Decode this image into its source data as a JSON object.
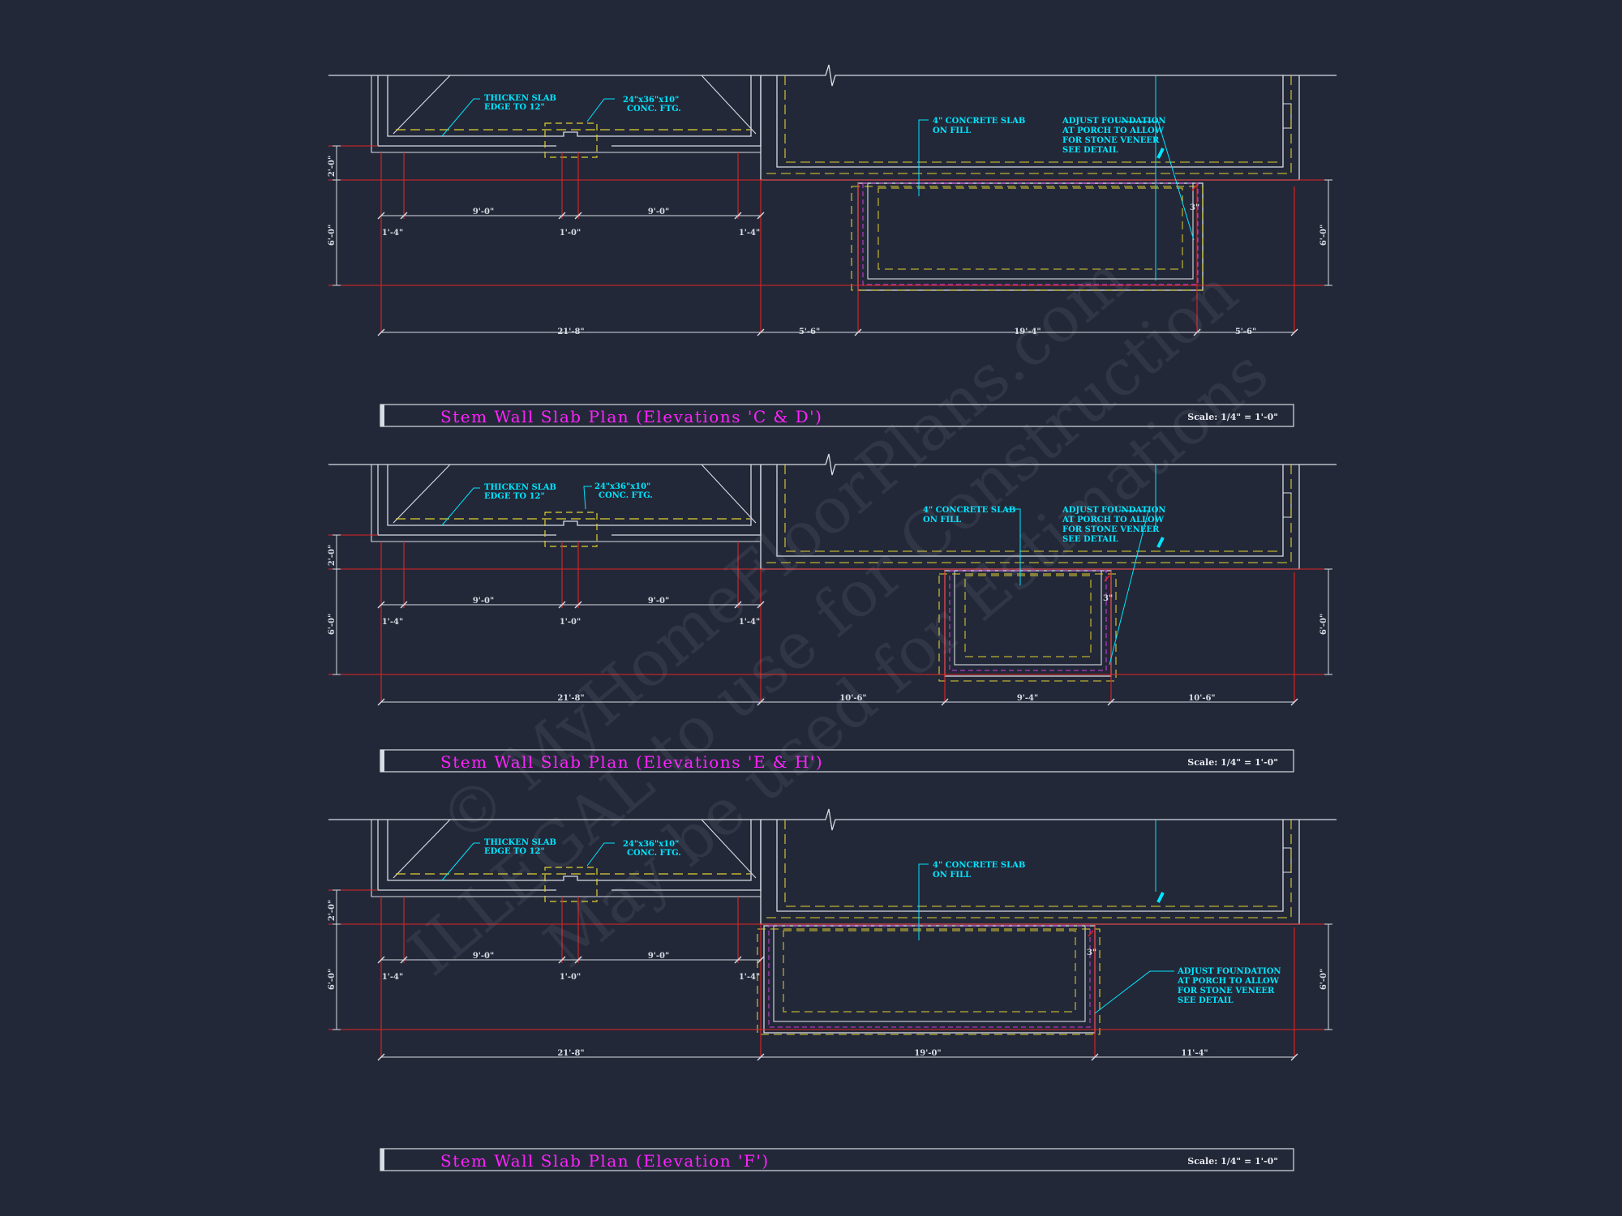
{
  "colors": {
    "background": "#232838",
    "wall_line": "#d8dce4",
    "footing_dash": "#e0d030",
    "dimension_red": "#e02424",
    "annotation_cyan": "#00e5ff",
    "title_magenta": "#ff22ff",
    "veneer_magenta": "#d040e0"
  },
  "plans": [
    {
      "title": "Stem Wall Slab Plan (Elevations 'C & D')",
      "scale": "Scale: 1/4\" = 1'-0\"",
      "notes": {
        "thicken_1": "THICKEN SLAB",
        "thicken_2": "EDGE TO 12\"",
        "ftg_1": "24\"x36\"x10\"",
        "ftg_2": "CONC. FTG.",
        "slab_1": "4\" CONCRETE SLAB",
        "slab_2": "ON FILL",
        "adjust_1": "ADJUST FOUNDATION",
        "adjust_2": "AT PORCH TO ALLOW",
        "adjust_3": "FOR STONE VENEER",
        "adjust_4": "SEE DETAIL",
        "veneer": "3\""
      },
      "dims": {
        "left_top": "2'-0\"",
        "left_bottom": "6'-0\"",
        "right": "6'-0\"",
        "span_a": "9'-0\"",
        "span_b": "9'-0\"",
        "edge_a": "1'-4\"",
        "post": "1'-0\"",
        "edge_b": "1'-4\"",
        "overall_left": "21'-8\"",
        "seg_1": "5'-6\"",
        "seg_2": "19'-4\"",
        "seg_3": "5'-6\""
      }
    },
    {
      "title": "Stem Wall Slab Plan (Elevations 'E & H')",
      "scale": "Scale: 1/4\" = 1'-0\"",
      "notes": {
        "thicken_1": "THICKEN SLAB",
        "thicken_2": "EDGE TO 12\"",
        "ftg_1": "24\"x36\"x10\"",
        "ftg_2": "CONC. FTG.",
        "slab_1": "4\" CONCRETE SLAB",
        "slab_2": "ON FILL",
        "adjust_1": "ADJUST FOUNDATION",
        "adjust_2": "AT PORCH TO ALLOW",
        "adjust_3": "FOR STONE VENEER",
        "adjust_4": "SEE DETAIL",
        "veneer": "3\""
      },
      "dims": {
        "left_top": "2'-0\"",
        "left_bottom": "6'-0\"",
        "right": "6'-0\"",
        "span_a": "9'-0\"",
        "span_b": "9'-0\"",
        "edge_a": "1'-4\"",
        "post": "1'-0\"",
        "edge_b": "1'-4\"",
        "overall_left": "21'-8\"",
        "seg_1": "10'-6\"",
        "seg_2": "9'-4\"",
        "seg_3": "10'-6\""
      }
    },
    {
      "title": "Stem Wall Slab Plan (Elevation 'F')",
      "scale": "Scale: 1/4\" = 1'-0\"",
      "notes": {
        "thicken_1": "THICKEN SLAB",
        "thicken_2": "EDGE TO 12\"",
        "ftg_1": "24\"x36\"x10\"",
        "ftg_2": "CONC. FTG.",
        "slab_1": "4\" CONCRETE SLAB",
        "slab_2": "ON FILL",
        "adjust_1": "ADJUST FOUNDATION",
        "adjust_2": "AT PORCH TO ALLOW",
        "adjust_3": "FOR STONE VENEER",
        "adjust_4": "SEE DETAIL",
        "veneer": "3\""
      },
      "dims": {
        "left_top": "2'-0\"",
        "left_bottom": "6'-0\"",
        "right": "6'-0\"",
        "span_a": "9'-0\"",
        "span_b": "9'-0\"",
        "edge_a": "1'-4\"",
        "post": "1'-0\"",
        "edge_b": "1'-4\"",
        "overall_left": "21'-8\"",
        "seg_1": "19'-0\"",
        "seg_2": "11'-4\""
      }
    }
  ],
  "watermark": {
    "line1": "© MyHomeFloorPlans.com",
    "line2": "ILLEGAL to use for Construction",
    "line3": "May be used for Estimations"
  }
}
